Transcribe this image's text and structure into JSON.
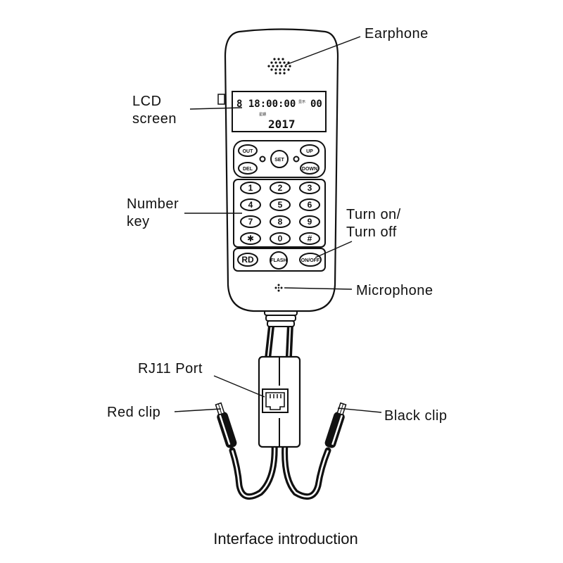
{
  "labels": {
    "earphone": "Earphone",
    "lcd_screen_line1": "LCD",
    "lcd_screen_line2": "screen",
    "number_key_line1": "Number",
    "number_key_line2": "key",
    "turn_on_line1": "Turn on/",
    "turn_on_line2": "Turn off",
    "microphone": "Microphone",
    "rj11_port": "RJ11 Port",
    "red_clip": "Red clip",
    "black_clip": "Black clip"
  },
  "caption": "Interface introduction",
  "lcd": {
    "time": "8 18:00:00",
    "indicator": "00",
    "small_left": "星期",
    "small_right": "显示",
    "year": "2017"
  },
  "function_keys": {
    "out": "OUT",
    "up": "UP",
    "set": "SET",
    "del": "DEL",
    "down": "DOWN"
  },
  "number_keys": [
    "1",
    "2",
    "3",
    "4",
    "5",
    "6",
    "7",
    "8",
    "9",
    "✱",
    "0",
    "#"
  ],
  "bottom_keys": {
    "rd": "RD",
    "flash": "FLASH",
    "on_off": "ON/OFF"
  }
}
